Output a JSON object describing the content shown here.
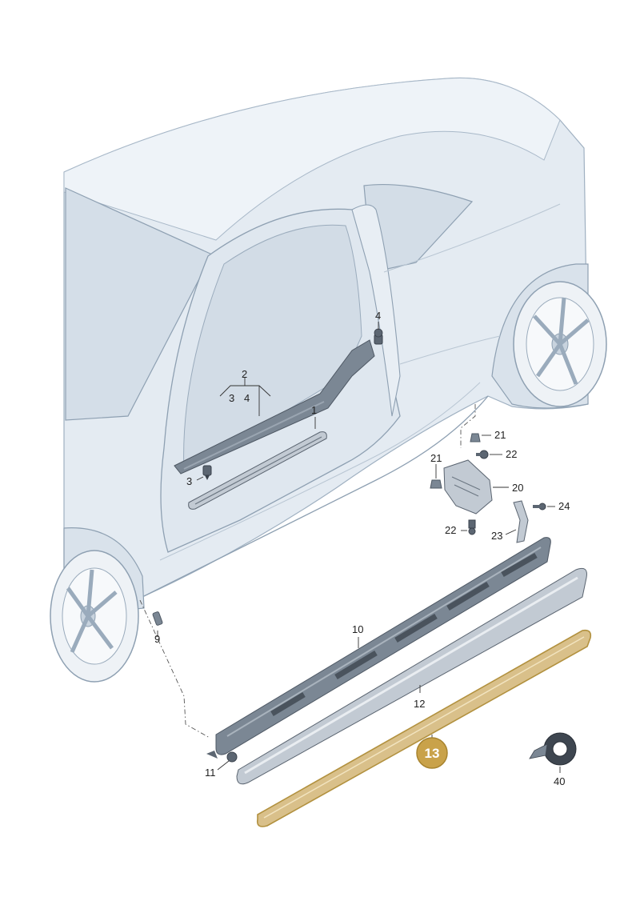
{
  "labels": {
    "p1": "1",
    "p2": "2",
    "p3a": "3",
    "p4a": "4",
    "p3": "3",
    "p4": "4",
    "p9": "9",
    "p10": "10",
    "p11": "11",
    "p12": "12",
    "p13": "13",
    "p20": "20",
    "p21a": "21",
    "p21b": "21",
    "p22a": "22",
    "p22b": "22",
    "p23": "23",
    "p24": "24",
    "p40": "40"
  },
  "colors": {
    "highlight": "#c9a24a",
    "highlight_dark": "#a8842f",
    "car_body": "#e3eaf1",
    "car_shadow": "#cdd8e3",
    "glass": "#d5dfe8",
    "part": "#7b8794"
  },
  "highlighted_part": "13"
}
